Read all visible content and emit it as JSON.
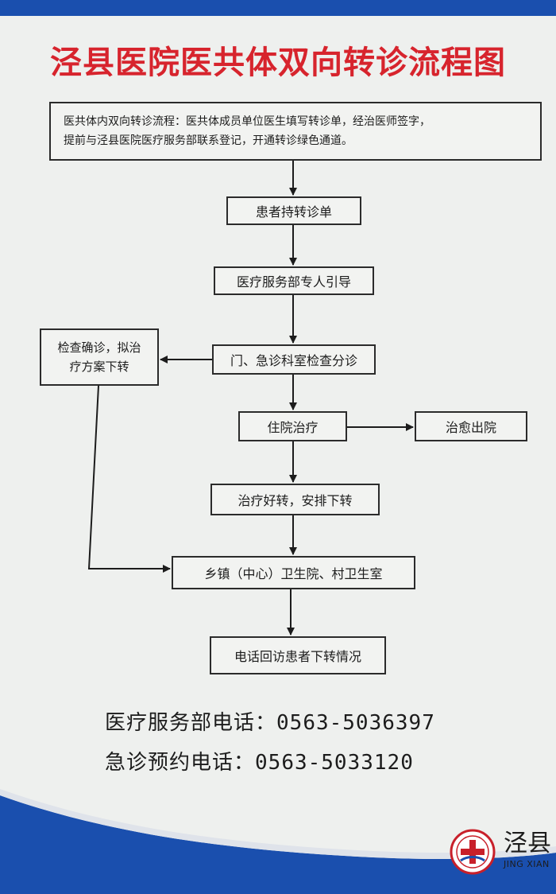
{
  "title": "泾县医院医共体双向转诊流程图",
  "intro": {
    "line1": "医共体内双向转诊流程：医共体成员单位医生填写转诊单，经治医师签字，",
    "line2": "提前与泾县医院医疗服务部联系登记，开通转诊绿色通道。"
  },
  "steps": {
    "hold_referral": "患者持转诊单",
    "guide": "医疗服务部专人引导",
    "triage": "门、急诊科室检查分诊",
    "confirm_line1": "检查确诊，拟治",
    "confirm_line2": "疗方案下转",
    "inpatient": "住院治疗",
    "discharge": "治愈出院",
    "improve": "治疗好转，安排下转",
    "township": "乡镇（中心）卫生院、村卫生室",
    "followup": "电话回访患者下转情况"
  },
  "contacts": [
    {
      "label": "医疗服务部电话：",
      "number": "0563-5036397"
    },
    {
      "label": "急诊预约电话：",
      "number": "0563-5033120"
    }
  ],
  "brand": {
    "name_cn": "泾县",
    "name_en": "JING XIAN"
  },
  "colors": {
    "title_red": "#d7242d",
    "band_blue": "#1a4fae"
  }
}
